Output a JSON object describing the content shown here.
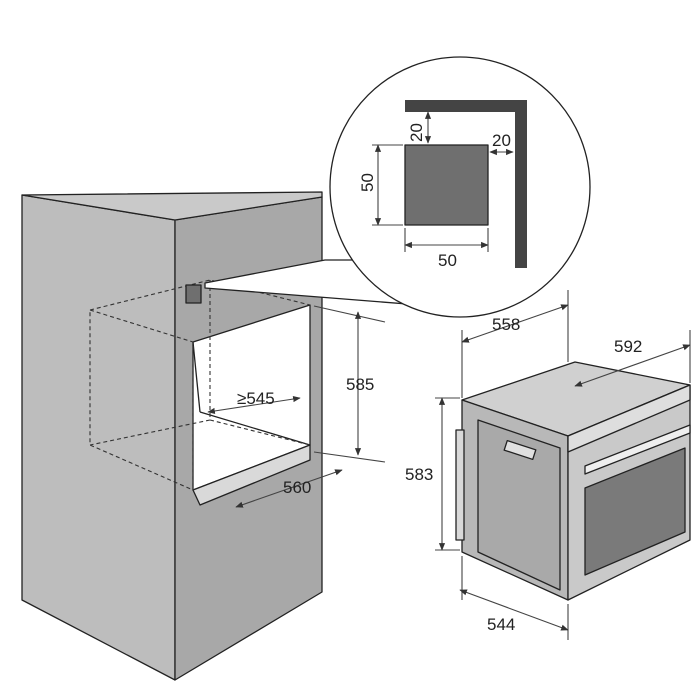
{
  "colors": {
    "cabinet_front": "#bdbdbd",
    "cabinet_side": "#a7a7a7",
    "cabinet_top": "#c9c9c9",
    "cavity": "#ffffff",
    "vent": "#6f6f6f",
    "oven_body": "#c2c2c2",
    "oven_door": "#b0b0b0",
    "oven_window": "#7a7a7a",
    "ink": "#222222"
  },
  "dimensions": {
    "vent_height": "20",
    "vent_side": "20",
    "vent_size_vertical": "50",
    "vent_size_horizontal": "50",
    "niche_height": "585",
    "niche_depth": "≥545",
    "niche_width": "560",
    "oven_depth": "558",
    "oven_width": "592",
    "oven_height": "583",
    "oven_inner_width": "544"
  },
  "icons": {
    "vent_detail": "magnifier-circle",
    "arrows": "dimension-arrows"
  }
}
